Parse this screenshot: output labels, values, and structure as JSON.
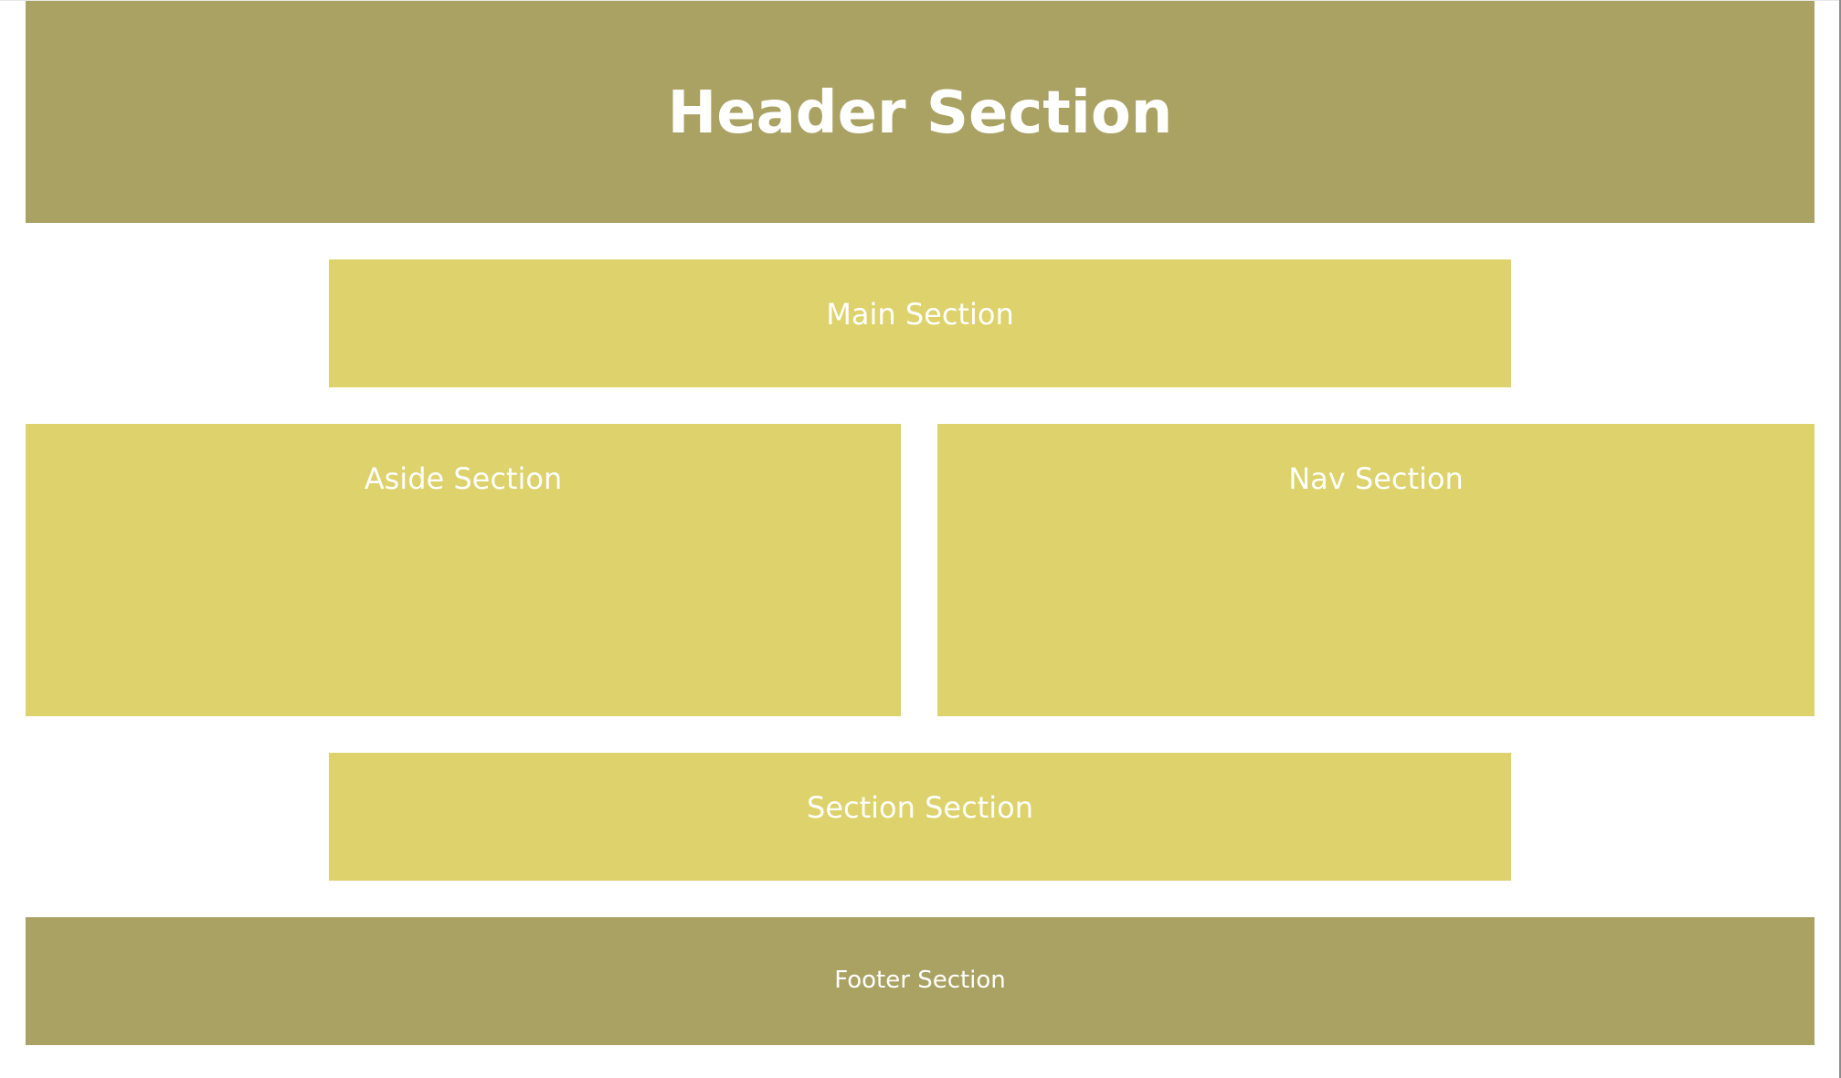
{
  "header": {
    "title": "Header Section"
  },
  "main": {
    "label": "Main Section"
  },
  "aside": {
    "label": "Aside Section"
  },
  "nav": {
    "label": "Nav Section"
  },
  "section": {
    "label": "Section Section"
  },
  "footer": {
    "label": "Footer Section"
  },
  "colors": {
    "header_footer_bg": "#aaa263",
    "content_bg": "#ddd26b",
    "text": "#ffffff",
    "page_bg": "#ffffff"
  }
}
